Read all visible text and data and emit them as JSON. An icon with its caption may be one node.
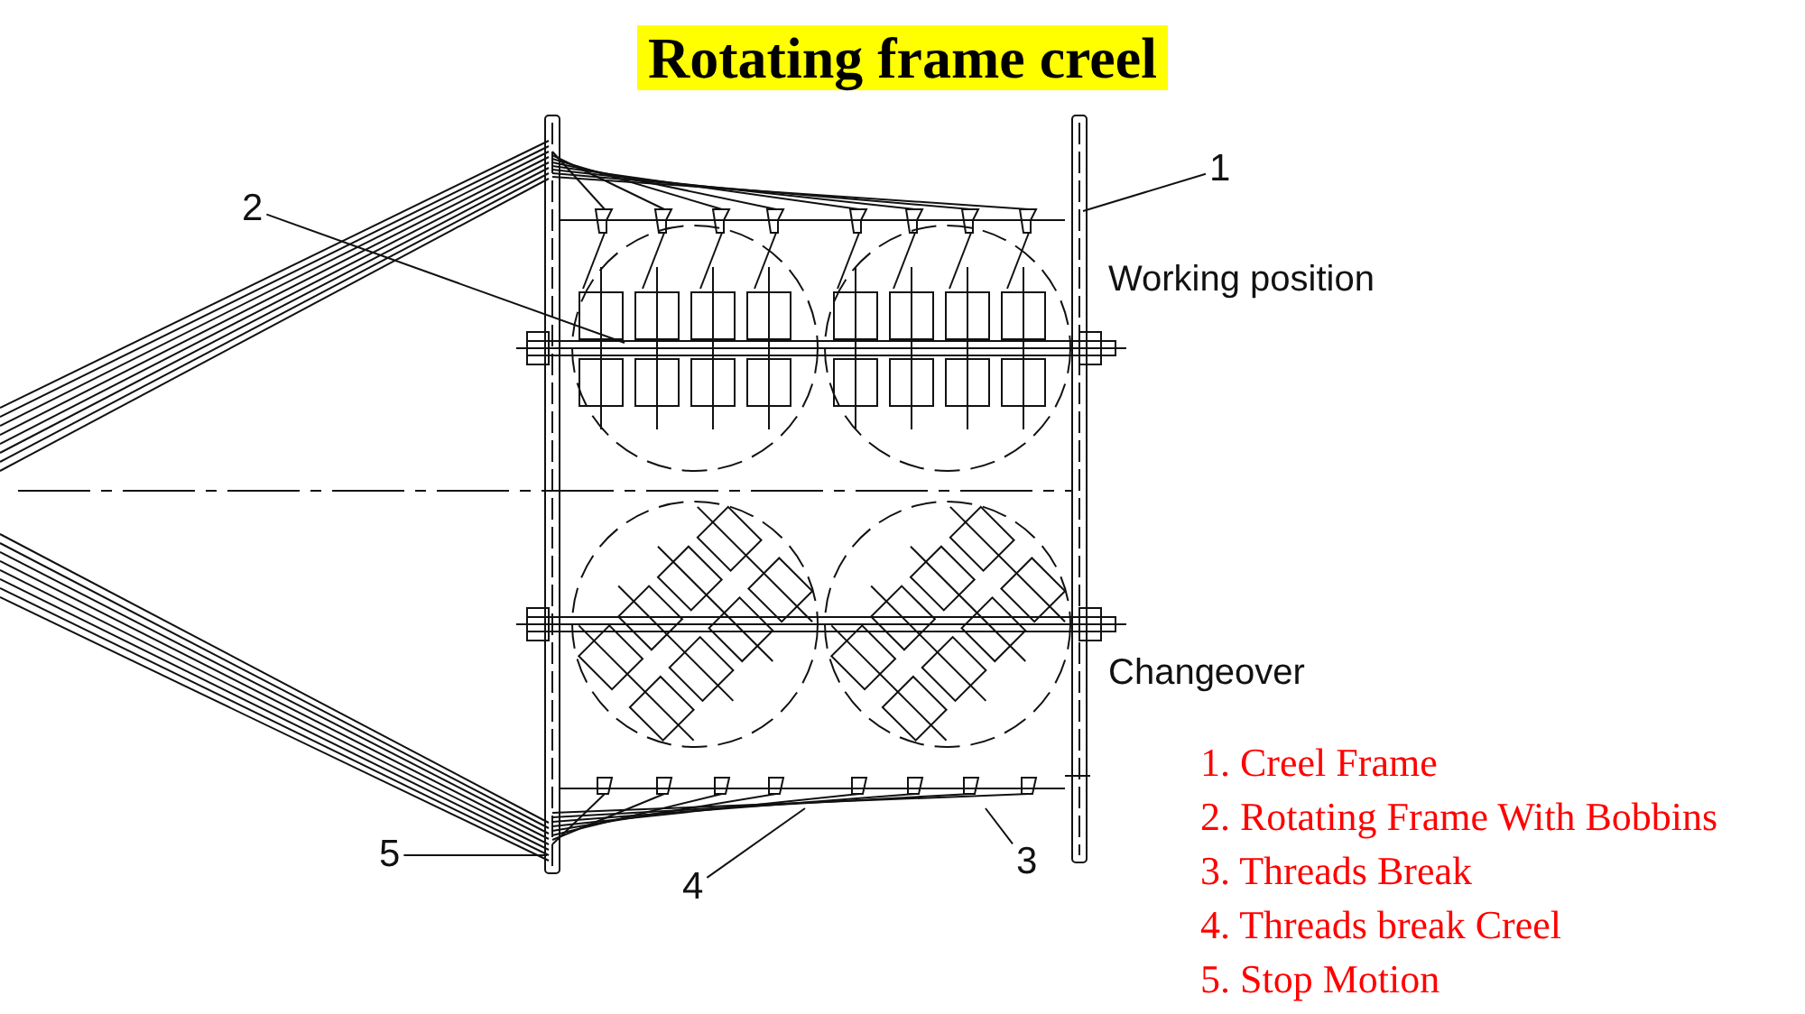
{
  "diagram": {
    "title": "Rotating frame creel",
    "nodes": [
      {
        "text": [
          "1"
        ]
      },
      {
        "text": [
          "2"
        ]
      },
      {
        "text": [
          "3"
        ]
      },
      {
        "text": [
          "4"
        ]
      },
      {
        "text": [
          "5"
        ]
      }
    ],
    "edges": [
      {
        "from": 0,
        "to": null,
        "arrow": "none"
      },
      {
        "from": 1,
        "to": null,
        "arrow": "none"
      },
      {
        "from": 2,
        "to": null,
        "arrow": "none"
      },
      {
        "from": 3,
        "to": null,
        "arrow": "none"
      },
      {
        "from": 4,
        "to": null,
        "arrow": "none"
      }
    ],
    "labels": [
      "Working position",
      "Changeover",
      "1. Creel Frame",
      "2. Rotating Frame With Bobbins",
      "3. Threads Break",
      "4. Threads break Creel",
      "5. Stop Motion"
    ]
  }
}
